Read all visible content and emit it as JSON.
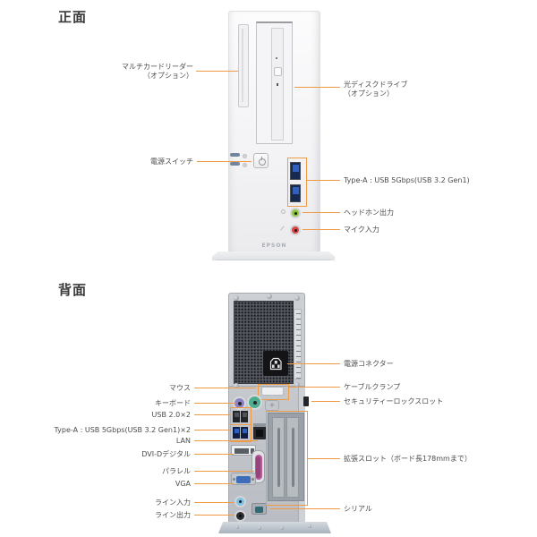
{
  "front": {
    "section_title": "正面",
    "brand_label": "EPSON",
    "labels": {
      "card_reader_line1": "マルチカードリーダー",
      "card_reader_line2": "（オプション）",
      "optical_line1": "光ディスクドライブ",
      "optical_line2": "（オプション）",
      "power_switch": "電源スイッチ",
      "usb_typea": "Type-A : USB 5Gbps(USB 3.2 Gen1)",
      "headphone": "ヘッドホン出力",
      "mic": "マイク入力"
    }
  },
  "rear": {
    "section_title": "背面",
    "labels": {
      "mouse": "マウス",
      "keyboard": "キーボード",
      "usb20": "USB 2.0×2",
      "usb_typea2": "Type-A : USB 5Gbps(USB 3.2 Gen1)×2",
      "lan": "LAN",
      "dvid": "DVI-Dデジタル",
      "parallel": "パラレル",
      "vga": "VGA",
      "line_in": "ライン入力",
      "line_out": "ライン出力",
      "power_connector": "電源コネクター",
      "cable_clamp": "ケーブルクランプ",
      "security_lock": "セキュリティーロックスロット",
      "expansion_slot": "拡張スロット（ボード長178mmまで）",
      "serial": "シリアル"
    }
  },
  "colors": {
    "accent_orange": "#F09B43",
    "label_text": "#4D4D4D",
    "usb3_blue": "#2B5FC0",
    "ps2_mouse_green": "#4FAE8E",
    "ps2_keyboard_purple": "#8B80C4",
    "headphone_green": "#8EC63F",
    "mic_red": "#D84848",
    "line_in_blue": "#7FC0E4",
    "parallel_pink": "#B75B99",
    "vga_blue": "#3F6CB8"
  }
}
